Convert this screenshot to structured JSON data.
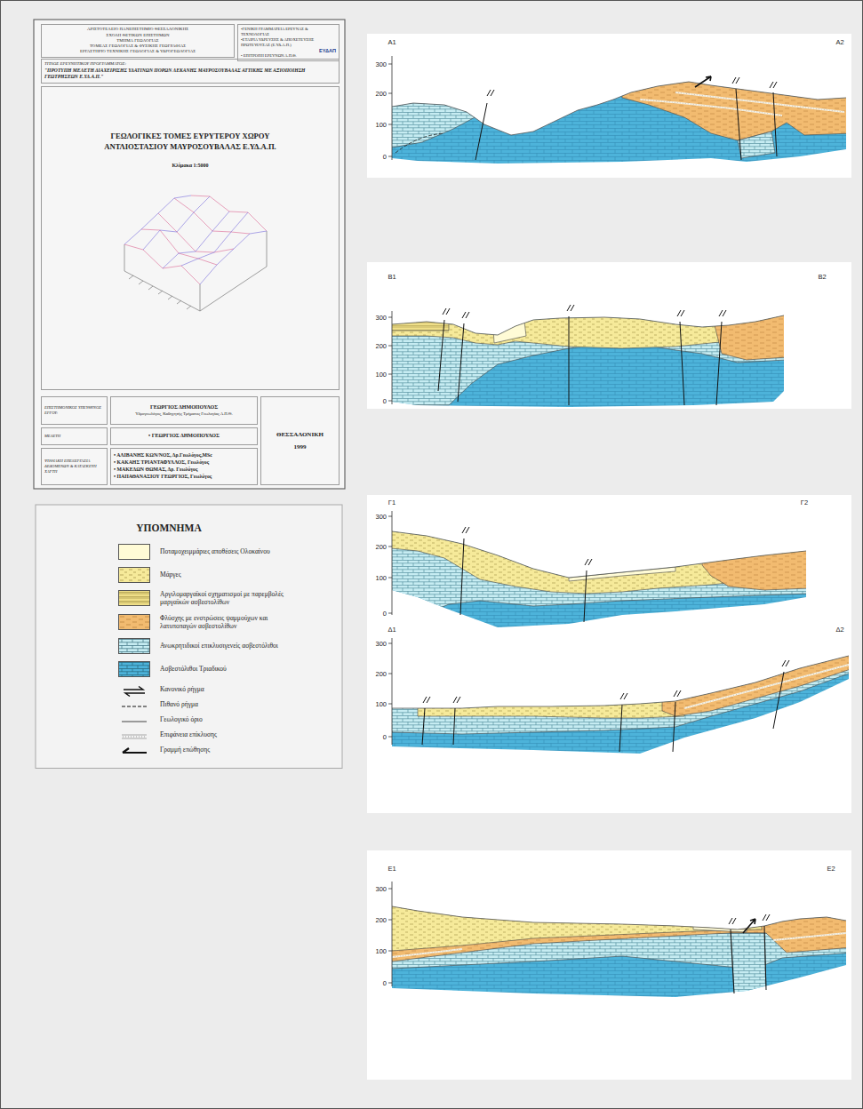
{
  "diagram": {
    "title": "ΓΕΩΛΟΓΙΚΕΣ ΤΟΜΕΣ ΕΥΡΥΤΕΡΟΥ ΧΩΡΟΥ ΑΝΤΛΙΟΣΤΑΣΙΟΥ ΜΑΥΡΟΣΟΥΒΑΛΑΣ Ε.ΥΔ.Α.Π.",
    "nodes": [
      {
        "text": [
          "ΑΡΙΣΤΟΤΕΛΕΙΟ ΠΑΝΕΠΙΣΤΗΜΙΟ ΘΕΣΣΑΛΟΝΙΚΗΣ",
          "ΣΧΟΛΗ ΘΕΤΙΚΩΝ ΕΠΙΣΤΗΜΩΝ",
          "ΤΜΗΜΑ ΓΕΩΛΟΓΙΑΣ",
          "ΤΟΜΕΑΣ ΓΕΩΛΟΓΙΑΣ & ΦΥΣΙΚΗΣ ΓΕΩΓΡΑΦΙΑΣ",
          "ΕΡΓΑΣΤΗΡΙΟ ΤΕΧΝΙΚΗΣ ΓΕΩΛΟΓΙΑΣ & ΥΔΡΟΓΕΩΛΟΓΙΑΣ"
        ]
      },
      {
        "text": [
          "•ΓΕΝΙΚΗ ΓΡΑΜΜΑΤΕΙΑ ΕΡΕΥΝΑΣ & ΤΕΧΝΟΛΟΓΙΑΣ",
          "•ΕΤΑΙΡΙΑ ΥΔΡΕΥΣΗΣ & ΑΠΟΧΕΤΕΥΣΗΣ ΠΡΩΤΕΥΟΥΣΑΣ (Ε.ΥΔ.Α.Π.)",
          "ΕΥΔΑΠ",
          "• ΕΠΙΤΡΟΠΗ ΕΡΕΥΝΩΝ Α.Π.Θ."
        ]
      },
      {
        "text": [
          "ΤΙΤΛΟΣ ΕΡΕΥΝΗΤΙΚΟΥ ΠΡΟΓΡΑΜΜΑΤΟΣ:",
          "\"ΠΡΟΤΥΠΗ ΜΕΛΕΤΗ ΔΙΑΧΕΙΡΙΣΗΣ ΥΔΑΤΙΝΩΝ ΠΟΡΩΝ ΛΕΚΑΝΗΣ ΜΑΥΡΟΣΟΥΒΑΛΑΣ ΑΤΤΙΚΗΣ ΜΕ ΑΞΙΟΠΟΙΗΣΗ ΓΕΩΤΡΗΣΕΩΝ Ε.ΥΔ.Α.Π.\""
        ]
      },
      {
        "text": [
          "Κλίμακα 1:5000"
        ]
      },
      {
        "text": [
          "ΕΠΙΣΤΗΜΟΝΙΚΟΣ ΥΠΕΥΘΥΝΟΣ ΕΡΓΟΥ:"
        ]
      },
      {
        "text": [
          "ΓΕΩΡΓΙΟΣ ΔΗΜΟΠΟΥΛΟΣ",
          "Υδρογεωλόγος, Καθηγητής Τμήματος Γεωλογίας Α.Π.Θ."
        ]
      },
      {
        "text": [
          "ΜΕΛΕΤΗ"
        ]
      },
      {
        "text": [
          "• ΓΕΩΡΓΙΟΣ ΔΗΜΟΠΟΥΛΟΣ"
        ]
      },
      {
        "text": [
          "ΨΗΦΙΑΚΗ ΕΠΕΞΕΡΓΑΣΙΑ ΔΕΔΟΜΕΝΩΝ & ΚΑΤΑΣΚΕΥΗ ΧΑΡΤΗ"
        ]
      },
      {
        "text": [
          "• ΑΛΙΒΑΝΗΣ ΚΩΝ/ΝΟΣ, Δρ.Γεωλόγος,MSc",
          "• ΚΑΚΑΗΣ ΤΡΙΑΝΤΑΦΥΛΛΟΣ, Γεωλόγος",
          "• ΜΑΚΕΔΩΝ ΘΩΜΑΣ, Δρ. Γεωλόγος",
          "• ΠΑΠΑΘΑΝΑΣΙΟΥ ΓΕΩΡΓΙΟΣ, Γεωλόγος"
        ]
      },
      {
        "text": [
          "ΘΕΣΣΑΛΟΝΙΚΗ",
          "1999"
        ]
      }
    ],
    "labels": [
      "ΥΠΟΜΝΗΜΑ",
      "Α1",
      "Α2",
      "300",
      "200",
      "100",
      "0",
      "Β1",
      "Β2",
      "300",
      "200",
      "100",
      "0",
      "Γ1",
      "Γ2",
      "300",
      "200",
      "100",
      "0",
      "Δ1",
      "Δ2",
      "300",
      "200",
      "100",
      "0",
      "Ε1",
      "Ε2",
      "300",
      "200",
      "100",
      "0"
    ],
    "legend": [
      {
        "text": "Ποταμοχειμμάριες αποθέσεις Ολοκαίνου",
        "color": "#fffbd6"
      },
      {
        "text": "Μάργες",
        "color": "#f6ea9a"
      },
      {
        "text": "Αργιλομαργαϊκοί σχηματισμοί με παρεμβολές μαργαϊκών ασβεστολίθων",
        "color": "#efdf88"
      },
      {
        "text": "Φλύσχης με ενστρώσεις ψαμμούχων και λατυποπαγών ασβεστολίθων",
        "color": "#f2bb70"
      },
      {
        "text": "Ανωκρητιδικοί επικλυσιγενείς ασβεστόλιθοι",
        "color": "#c6ecf2"
      },
      {
        "text": "Ασβεστόλιθοι Τριαδικού",
        "color": "#4db3da"
      },
      {
        "text": "Κανονικό ρήγμα"
      },
      {
        "text": "Πιθανό ρήγμα"
      },
      {
        "text": "Γεωλογικό όριο"
      },
      {
        "text": "Επιφάνεια επίκλυσης"
      },
      {
        "text": "Γραμμή επώθησης"
      }
    ]
  }
}
